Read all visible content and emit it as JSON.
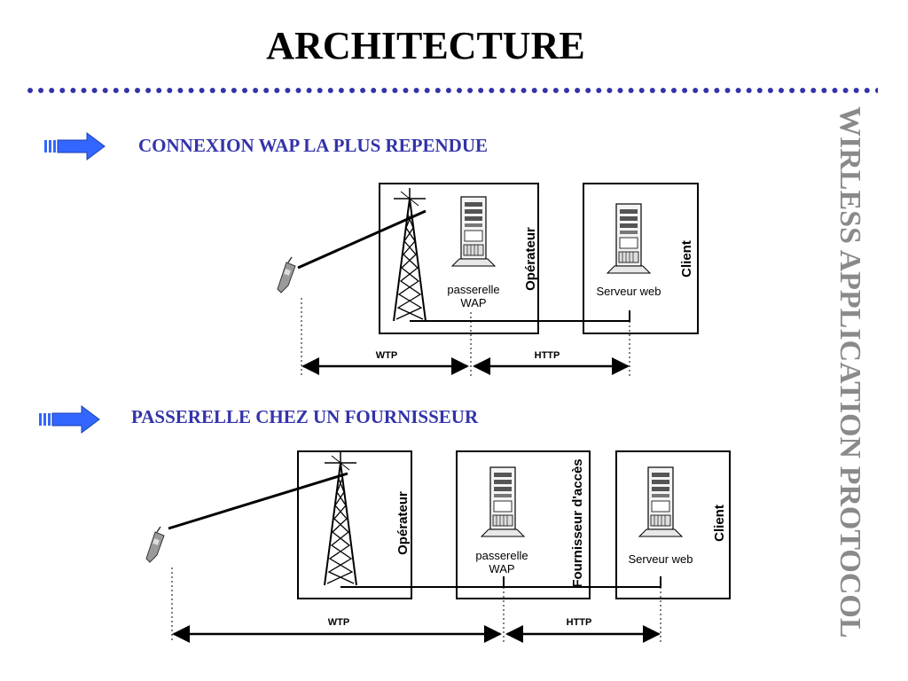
{
  "title": "ARCHITECTURE",
  "side_title": "WIRLESS APPLICATION PROTOCOL",
  "section1": {
    "heading": "CONNEXION WAP LA PLUS REPENDUE",
    "box_operator": "Opérateur",
    "box_client": "Client",
    "gateway_line1": "passerelle",
    "gateway_line2": "WAP",
    "web_server": "Serveur web",
    "wtp": "WTP",
    "http": "HTTP"
  },
  "section2": {
    "heading": "PASSERELLE CHEZ UN FOURNISSEUR",
    "box_operator": "Opérateur",
    "box_provider": "Fournisseur d'accès",
    "box_client": "Client",
    "gateway_line1": "passerelle",
    "gateway_line2": "WAP",
    "web_server": "Serveur web",
    "wtp": "WTP",
    "http": "HTTP"
  },
  "colors": {
    "heading": "#3333aa",
    "bullet": "#3366ff",
    "side_title": "#8a8a8a",
    "dots": "#3333aa"
  }
}
